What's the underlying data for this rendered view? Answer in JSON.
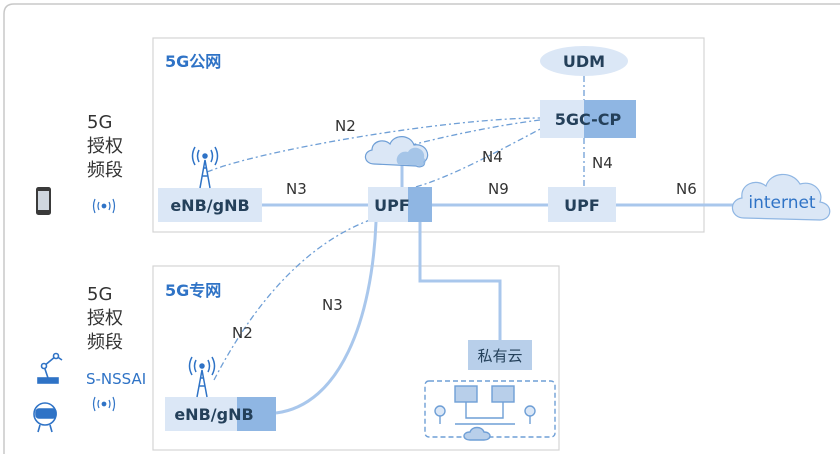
{
  "zones": {
    "public": {
      "title": "5G公网"
    },
    "private": {
      "title": "5G专网"
    }
  },
  "left_labels": {
    "upper": [
      "5G",
      "授权",
      "频段"
    ],
    "lower": [
      "5G",
      "授权",
      "频段"
    ],
    "snssai": "S-NSSAI"
  },
  "nodes": {
    "udm": "UDM",
    "cp": "5GC-CP",
    "enb_public": "eNB/gNB",
    "upf_edge": "UPF",
    "upf_core": "UPF",
    "enb_private": "eNB/gNB",
    "private_cloud": "私有云",
    "internet": "internet"
  },
  "links": {
    "n2_public": "N2",
    "n4_edge": "N4",
    "n4_core": "N4",
    "n3_public": "N3",
    "n9": "N9",
    "n6": "N6",
    "n3_private": "N3",
    "n2_private": "N2"
  },
  "icons": {
    "phone": "smartphone-icon",
    "signal_upper": "wireless-signal-icon",
    "robot": "robot-arm-icon",
    "vr": "vr-headset-icon",
    "signal_lower": "wireless-signal-icon",
    "tower_public": "antenna-tower-icon",
    "tower_private": "antenna-tower-icon",
    "cloud_small": "cloud-icon",
    "campus": "campus-network-icon"
  },
  "colors": {
    "zone_border": "#d4d4d4",
    "node_fill": "#dbe7f6",
    "node_accent": "#8fb6e3",
    "link_line": "#a9c7ec",
    "dash_line": "#6f9fd6",
    "accent_text": "#2f73c6"
  }
}
